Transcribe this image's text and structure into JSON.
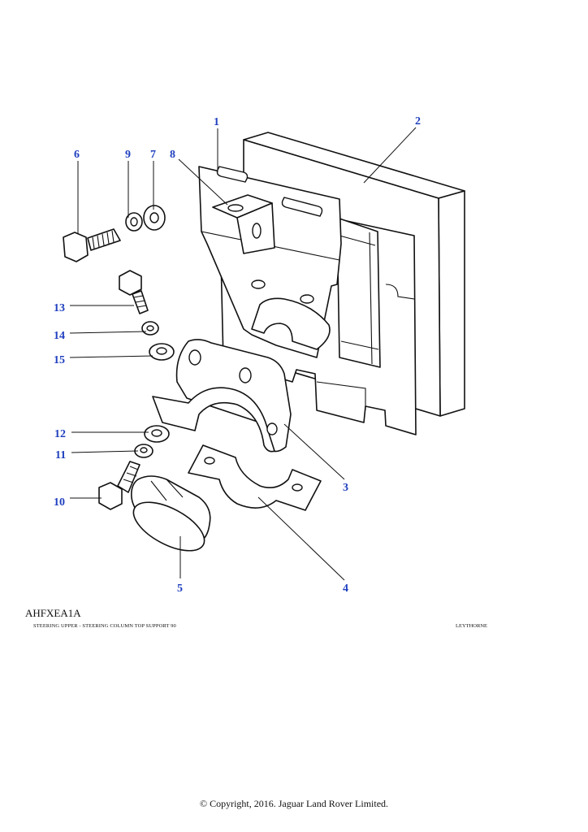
{
  "diagram": {
    "callouts": [
      "1",
      "2",
      "3",
      "4",
      "5",
      "6",
      "7",
      "8",
      "9",
      "10",
      "11",
      "12",
      "13",
      "14",
      "15"
    ]
  },
  "footer": {
    "illustration_code": "AHFXEA1A",
    "caption": "STEERING UPPER - STEERING COLUMN TOP SUPPORT 90",
    "maker": "LEYTHORNE",
    "copyright": "© Copyright, 2016. Jaguar Land Rover Limited."
  }
}
